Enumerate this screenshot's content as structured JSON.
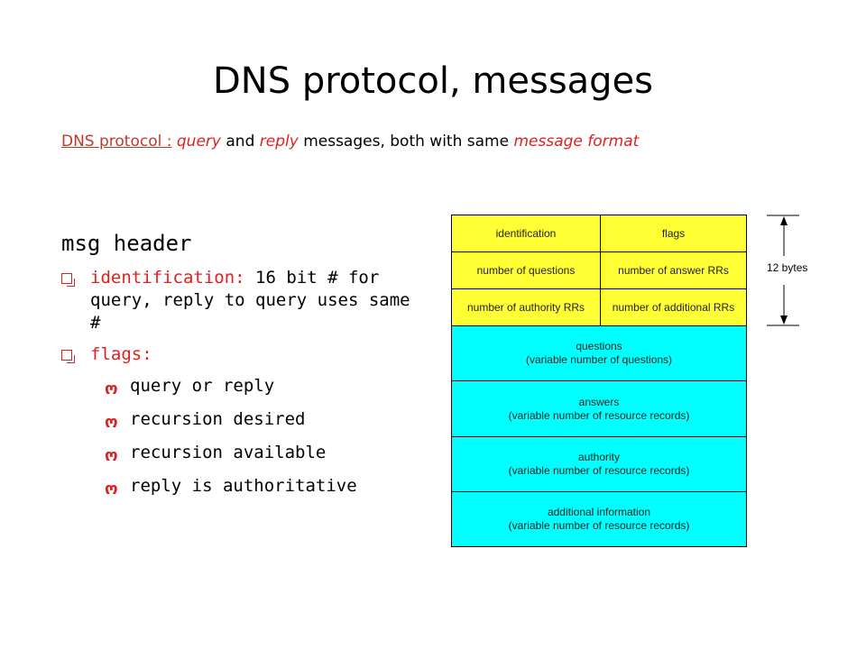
{
  "title": "DNS protocol, messages",
  "subtitle": {
    "link": "DNS protocol :",
    "w1": "query",
    "t1": "and",
    "w2": "reply",
    "t2": "messages, both with same",
    "w3": "message format"
  },
  "left": {
    "heading": "msg header",
    "identification": {
      "term": "identification:",
      "text": "16 bit # for query, reply to query uses same #"
    },
    "flags": {
      "term": "flags:"
    },
    "flag_items": [
      "query or reply",
      "recursion desired",
      "recursion available",
      "reply is authoritative"
    ]
  },
  "diagram": {
    "header_fields": [
      [
        "identification",
        "flags"
      ],
      [
        "number of questions",
        "number of answer RRs"
      ],
      [
        "number of authority RRs",
        "number of additional RRs"
      ]
    ],
    "sections": [
      {
        "name": "questions",
        "desc": "(variable number of questions)"
      },
      {
        "name": "answers",
        "desc": "(variable number of resource records)"
      },
      {
        "name": "authority",
        "desc": "(variable number of resource  records)"
      },
      {
        "name": "additional information",
        "desc": "(variable number of resource records)"
      }
    ],
    "size_label": "12 bytes",
    "colors": {
      "header": "#ffff33",
      "body": "#00ffff",
      "accent": "#e02020"
    }
  }
}
